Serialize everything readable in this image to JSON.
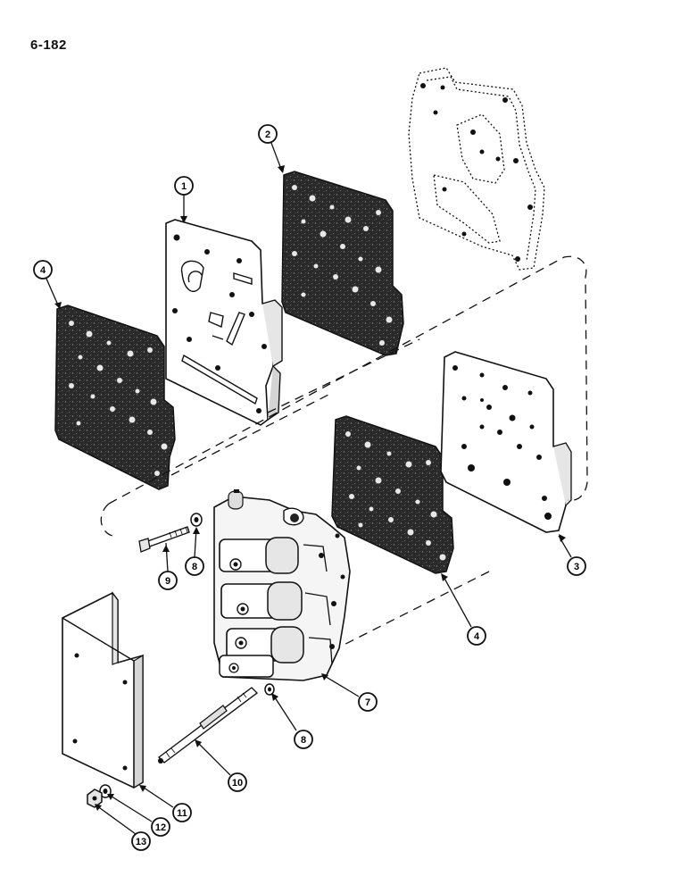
{
  "page": {
    "number": "6-182"
  },
  "colors": {
    "ink": "#111111",
    "gasket": "#262626",
    "paper": "#ffffff"
  },
  "callouts": [
    {
      "id": "1",
      "label": "1"
    },
    {
      "id": "2",
      "label": "2"
    },
    {
      "id": "3",
      "label": "3"
    },
    {
      "id": "4a",
      "label": "4"
    },
    {
      "id": "4b",
      "label": "4"
    },
    {
      "id": "7",
      "label": "7"
    },
    {
      "id": "8a",
      "label": "8"
    },
    {
      "id": "8b",
      "label": "8"
    },
    {
      "id": "9",
      "label": "9"
    },
    {
      "id": "10",
      "label": "10"
    },
    {
      "id": "11",
      "label": "11"
    },
    {
      "id": "12",
      "label": "12"
    },
    {
      "id": "13",
      "label": "13"
    }
  ]
}
